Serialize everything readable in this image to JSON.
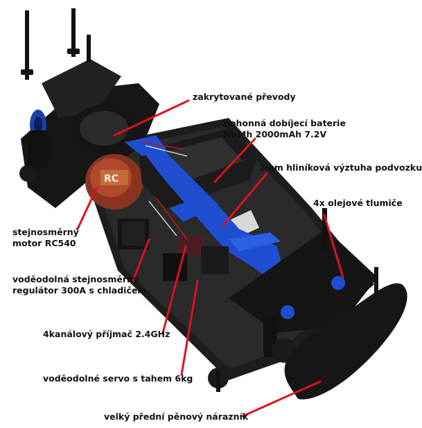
{
  "labels": {
    "gears": "zakrytované převody",
    "battery_l1": "pohonná dobíjecí baterie",
    "battery_l2": "Ni-Mh 2000mAh 7.2V",
    "chassis_brace": "2mm hliníková výztuha podvozku",
    "shocks": "4x olejové tlumiče",
    "motor_l1": "stejnosměrný",
    "motor_l2": "motor RC540",
    "regulator_l1": "voděodolná stejnosměrný",
    "regulator_l2": "regulátor 300A s chladičem",
    "receiver": "4kanálový příjmač 2.4GHz",
    "servo": "voděodolné servo s tahem 6kg",
    "bumper": "velký přední pěnový nárazník"
  },
  "colors": {
    "pointer": "#e01020",
    "chassis": "#1b1b1b",
    "brace": "#1f4fd0"
  }
}
